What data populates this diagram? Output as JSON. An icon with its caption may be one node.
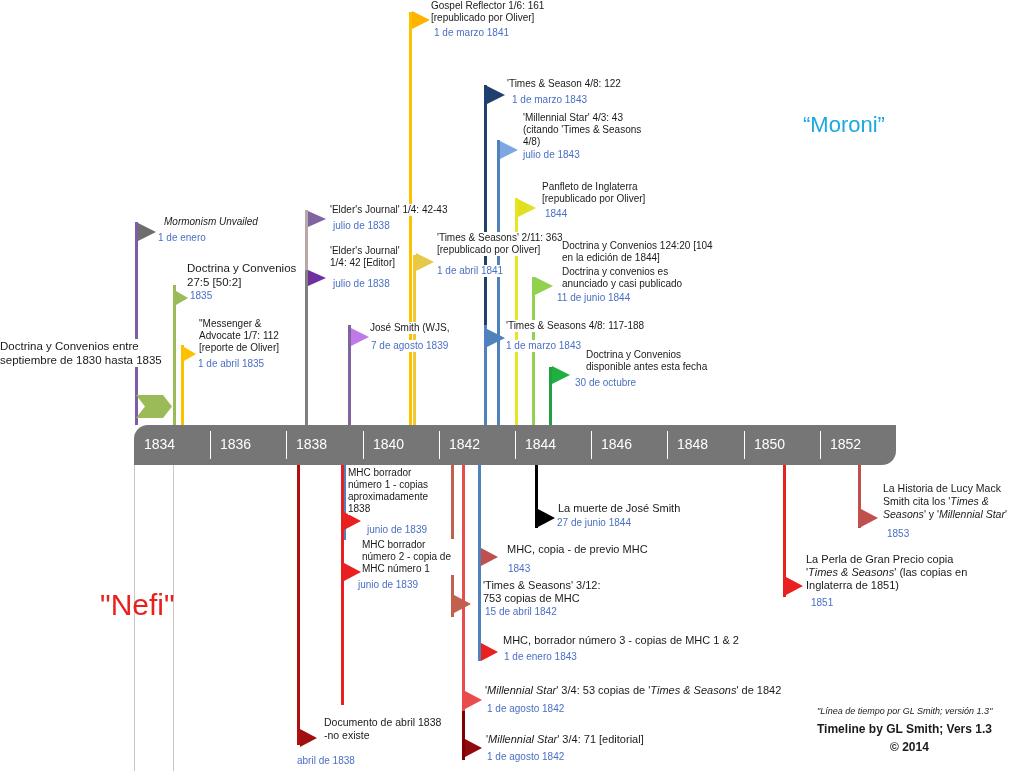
{
  "diagram": {
    "nodes": [
      {
        "text": [
          "1834",
          "1836",
          "1838",
          "1840",
          "1842",
          "1844",
          "1846",
          "1848",
          "1850",
          "1852"
        ]
      }
    ],
    "labels": [
      "Gospel Reflector 1/6: 161 [republicado por Oliver]",
      "1 de marzo 1841",
      "'Times & Season 4/8: 122",
      "1 de marzo 1843",
      "“Moroni”",
      "'Millennial Star' 4/3: 43 (citando 'Times & Seasons 4/8)",
      "julio de 1843",
      "Panfleto de Inglaterra [republicado por Oliver]",
      "1844",
      "Mormonism Unvailed",
      "1 de enero",
      "'Elder's Journal' 1/4: 42-43",
      "julio de 1838",
      "'Times & Seasons' 2/11: 363 [republicado por Oliver]",
      "1 de abril 1841",
      "Doctrina y Convenios 124:20 [104 en la edición de 1844]",
      "'Elder's Journal' 1/4: 42 [Editor]",
      "julio de 1838",
      "Doctrina y Convenios 27:5 [50:2]",
      "1835",
      "Doctrina y convenios es anunciado y casi publicado",
      "11 de junio 1844",
      "José Smith (WJS,",
      "7 de agosto 1839",
      "\"Messenger & Advocate 1/7: 112 [reporte de Oliver]",
      "1 de abril 1835",
      "Doctrina y Convenios entre septiembre de 1830 hasta 1835",
      "'Times & Seasons 4/8: 117-188",
      "1 de marzo 1843",
      "Doctrina y Convenios disponible antes esta fecha",
      "30 de octubre",
      "MHC borrador número 1 - copias aproximadamente 1838",
      "junio de 1839",
      "La Historia de Lucy Mack Smith cita los '*Times & Seasons*' y '*Millennial Star*'",
      "1853",
      "La muerte de José Smith",
      "27 de junio 1844",
      "MHC borrador número 2 - copia de MHC número 1",
      "junio de 1839",
      "MHC, copia - de previo MHC",
      "1843",
      "'Times & Seasons' 3/12: 753 copias de MHC",
      "15 de abril 1842",
      "La Perla de Gran Precio copia '*Times & Seasons*' (las copias en Inglaterra de 1851)",
      "1851",
      "\"Nefi\"",
      "MHC, borrador número 3 - copias de MHC 1 & 2",
      "1 de enero 1843",
      "'*Millennial Star*' 3/4: 53 copias de '*Times & Seasons*' de 1842",
      "1 de agosto 1842",
      "\"Línea de tiempo por GL Smith; versión 1.3\"",
      "Documento de abril 1838 -no existe",
      "Timeline by GL Smith; Vers 1.3",
      "'*Millennial Star*' 3/4: 71 [editorial]",
      "1 de agosto 1842",
      "abril de 1838",
      "© 2014"
    ]
  }
}
